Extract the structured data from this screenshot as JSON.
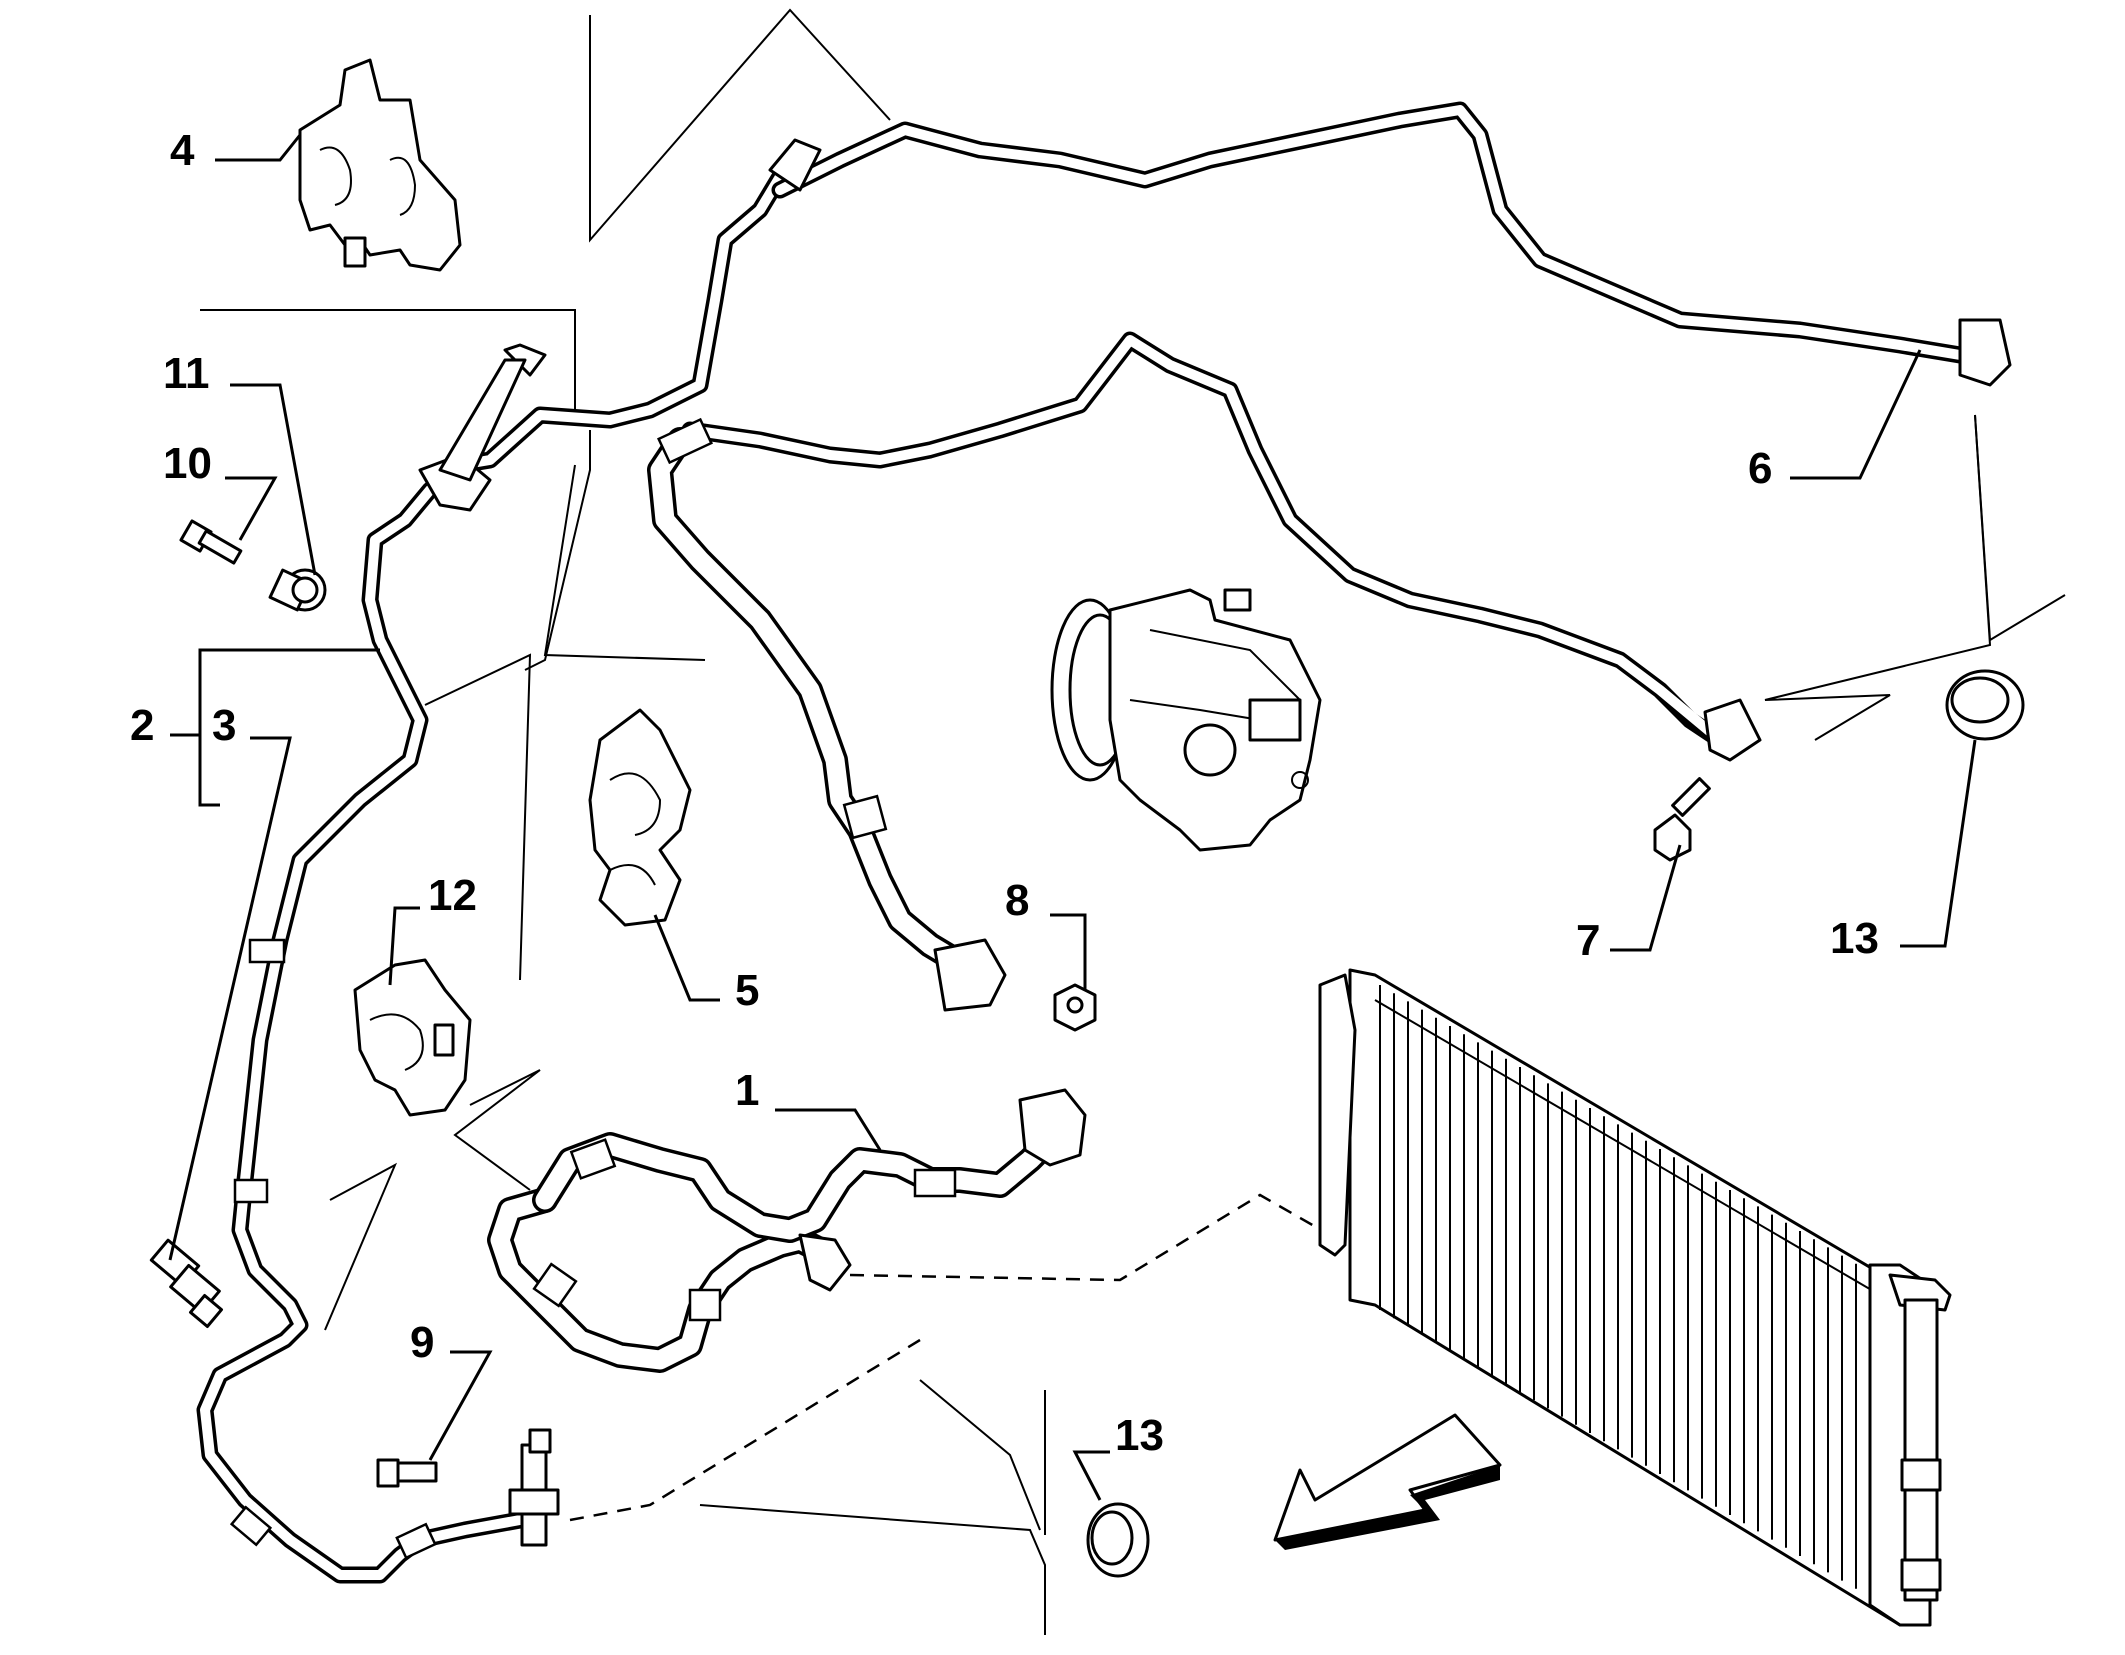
{
  "callouts": [
    {
      "id": "1",
      "text": "1"
    },
    {
      "id": "2",
      "text": "2"
    },
    {
      "id": "3",
      "text": "3"
    },
    {
      "id": "4",
      "text": "4"
    },
    {
      "id": "5",
      "text": "5"
    },
    {
      "id": "6",
      "text": "6"
    },
    {
      "id": "7",
      "text": "7"
    },
    {
      "id": "8",
      "text": "8"
    },
    {
      "id": "9",
      "text": "9"
    },
    {
      "id": "10",
      "text": "10"
    },
    {
      "id": "11",
      "text": "11"
    },
    {
      "id": "12",
      "text": "12"
    },
    {
      "id": "13a",
      "text": "13"
    },
    {
      "id": "13b",
      "text": "13"
    }
  ]
}
